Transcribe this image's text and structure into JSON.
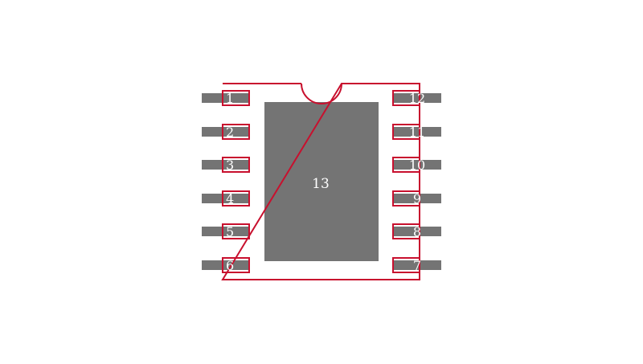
{
  "colors": {
    "background": "#ffffff",
    "pad": "#747474",
    "outline": "#c8102e",
    "label": "#ffffff"
  },
  "footprint": {
    "left_pins": [
      "1",
      "2",
      "3",
      "4",
      "5",
      "6"
    ],
    "right_pins": [
      "12",
      "11",
      "10",
      "9",
      "8",
      "7"
    ],
    "thermal_pad_label": "13",
    "pin1_marker": "notch"
  }
}
